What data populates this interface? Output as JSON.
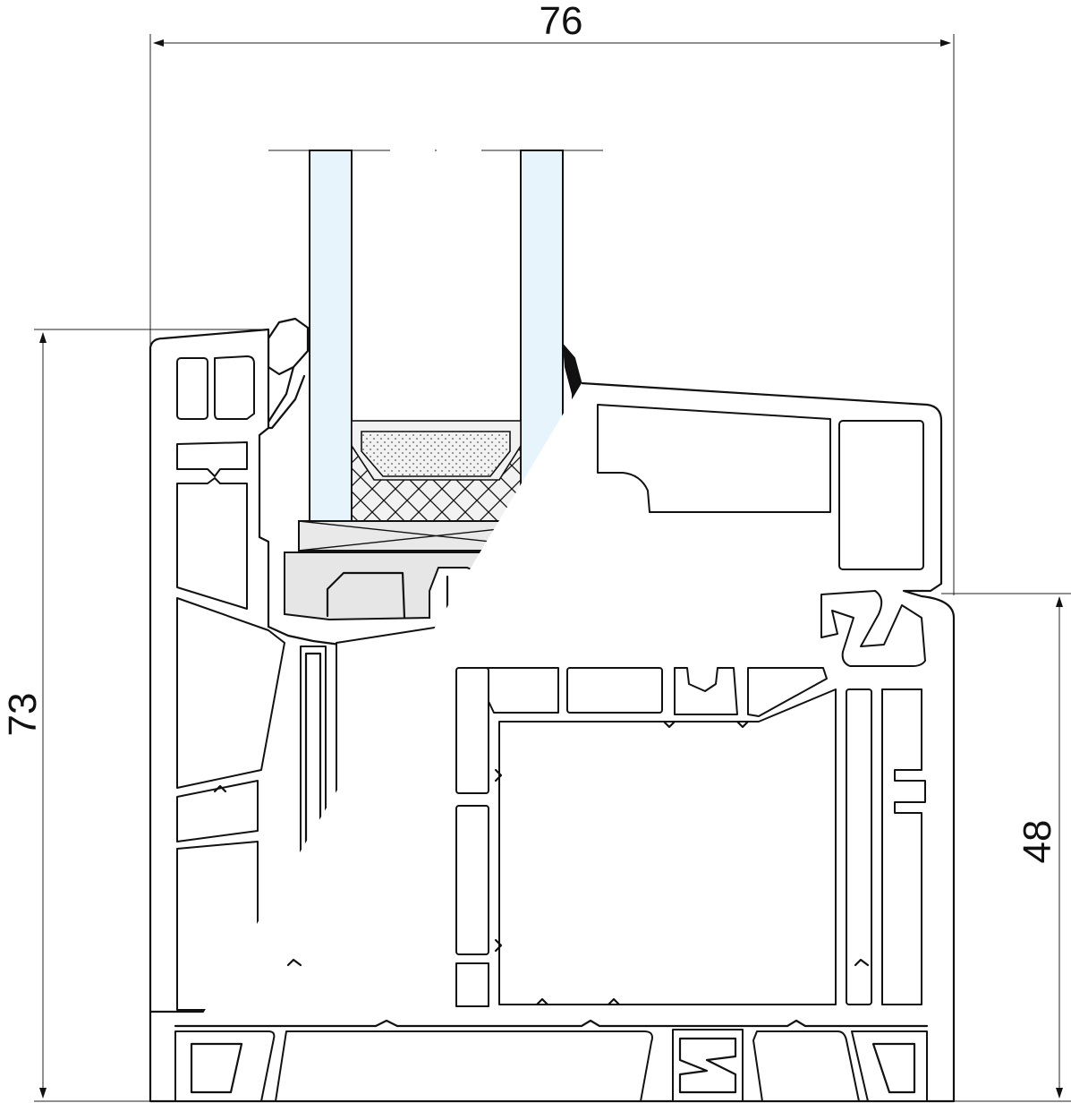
{
  "drawing": {
    "dimensions": {
      "overall_width": "76",
      "overall_height": "73",
      "frame_height": "48"
    },
    "colors": {
      "glass": "#e8f4fc",
      "gasket": "#111111",
      "bead_insert": "#e6e6e6",
      "spacer_fill": "#f2f2f2",
      "line": "#111111"
    }
  }
}
